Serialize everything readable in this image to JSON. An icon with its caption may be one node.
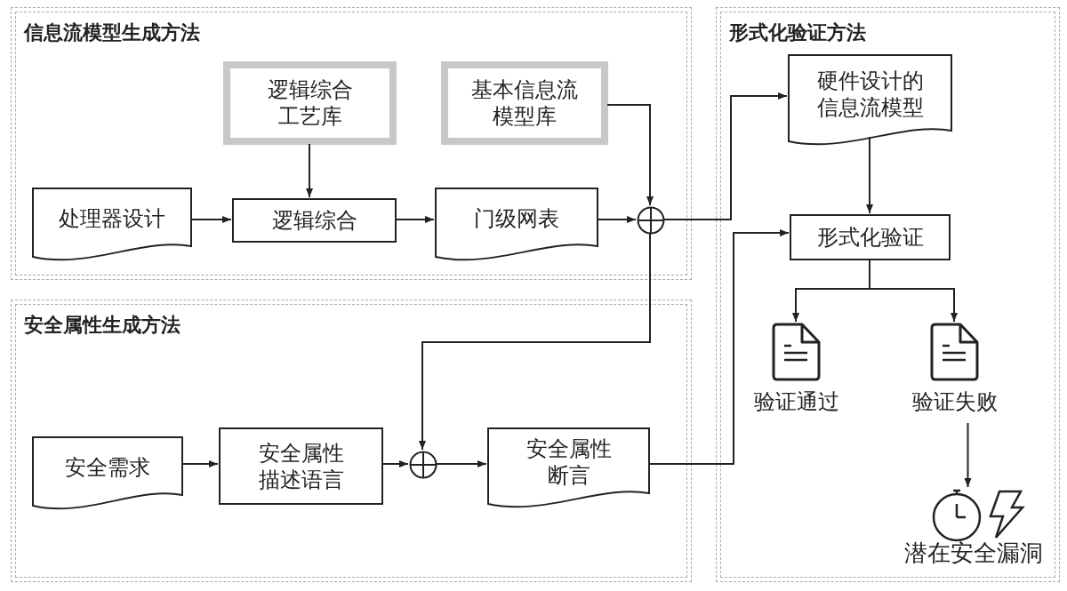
{
  "diagram": {
    "nodes": [
      {
        "text": [
          "信息流模型生成方法"
        ]
      },
      {
        "text": [
          "逻辑综合工艺库"
        ],
        "in": 0
      },
      {
        "text": [
          "基本信息流模型库"
        ],
        "in": 0
      },
      {
        "text": [
          "处理器设计"
        ],
        "in": 0
      },
      {
        "text": [
          "逻辑综合"
        ],
        "in": 0
      },
      {
        "text": [
          "门级网表"
        ],
        "in": 0
      },
      {
        "text": [],
        "shape": "circle",
        "in": 0
      },
      {
        "text": [
          "安全属性生成方法"
        ]
      },
      {
        "text": [
          "安全需求"
        ],
        "in": 7
      },
      {
        "text": [
          "安全属性描述语言"
        ],
        "in": 7
      },
      {
        "text": [],
        "shape": "circle",
        "in": 7
      },
      {
        "text": [
          "安全属性断言"
        ],
        "in": 7
      },
      {
        "text": [
          "形式化验证方法"
        ]
      },
      {
        "text": [
          "硬件设计的信息流模型"
        ],
        "in": 12
      },
      {
        "text": [
          "形式化验证"
        ],
        "in": 12
      },
      {
        "text": [
          "验证通过"
        ],
        "in": 12
      },
      {
        "text": [
          "验证失败"
        ],
        "in": 12
      },
      {
        "text": [
          "潜在安全漏洞"
        ],
        "in": 12
      }
    ],
    "edges": [
      {
        "from": 3,
        "to": 4,
        "arrow": "to"
      },
      {
        "from": 1,
        "to": 4,
        "arrow": "to"
      },
      {
        "from": 4,
        "to": 5,
        "arrow": "to"
      },
      {
        "from": 5,
        "to": 6,
        "arrow": "to"
      },
      {
        "from": 2,
        "to": 6,
        "arrow": "to"
      },
      {
        "from": 6,
        "to": 13,
        "arrow": "to"
      },
      {
        "from": 6,
        "to": 10,
        "arrow": "to"
      },
      {
        "from": 8,
        "to": 9,
        "arrow": "to"
      },
      {
        "from": 9,
        "to": 10,
        "arrow": "to"
      },
      {
        "from": 10,
        "to": 11,
        "arrow": "to"
      },
      {
        "from": 11,
        "to": 14,
        "arrow": "to"
      },
      {
        "from": 13,
        "to": 14,
        "arrow": "to"
      },
      {
        "from": 14,
        "to": 15,
        "arrow": "to"
      },
      {
        "from": 14,
        "to": 16,
        "arrow": "to"
      },
      {
        "from": 16,
        "to": 17,
        "arrow": "to"
      }
    ]
  }
}
